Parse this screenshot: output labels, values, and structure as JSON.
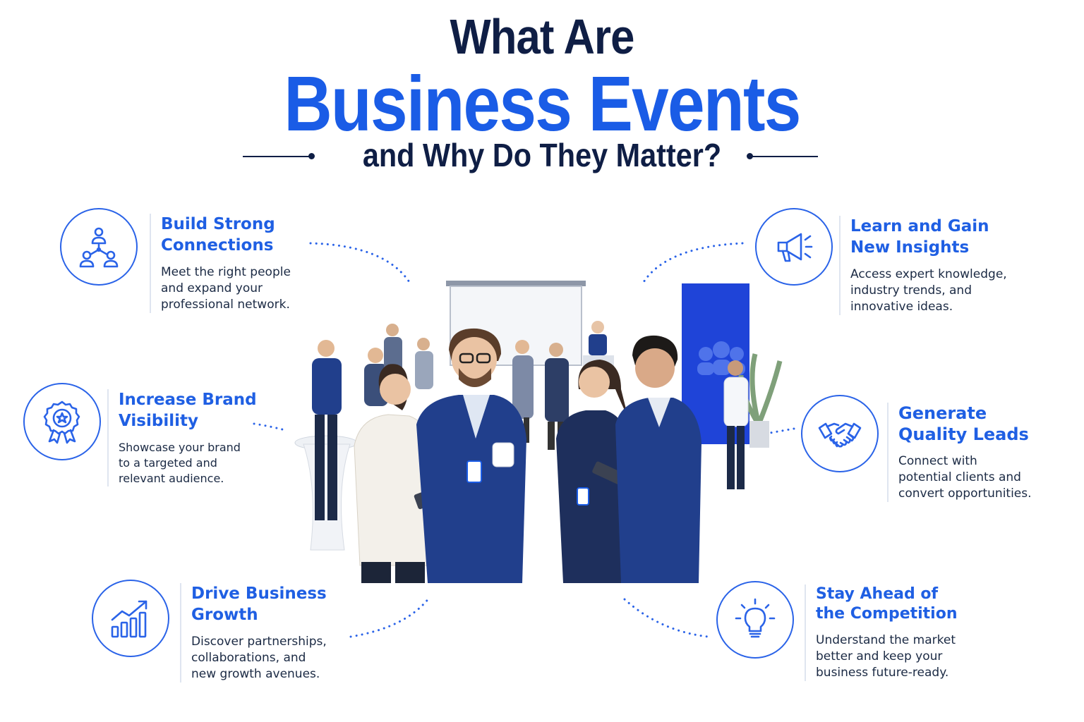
{
  "title": {
    "line1": "What Are",
    "line2": "Business Events",
    "line3": "and Why Do They Matter?"
  },
  "colors": {
    "navy": "#0f1e45",
    "accent_blue": "#1a5ce6",
    "suit_blue": "#213f8c",
    "text": "#1b2a44"
  },
  "features": [
    {
      "icon": "people-network-icon",
      "title_l1": "Build Strong",
      "title_l2": "Connections",
      "desc_l1": "Meet the right people",
      "desc_l2": "and expand your",
      "desc_l3": "professional network."
    },
    {
      "icon": "megaphone-icon",
      "title_l1": "Learn and Gain",
      "title_l2": "New Insights",
      "desc_l1": "Access expert knowledge,",
      "desc_l2": "industry trends, and",
      "desc_l3": "innovative ideas."
    },
    {
      "icon": "award-badge-icon",
      "title_l1": "Increase Brand",
      "title_l2": "Visibility",
      "desc_l1": "Showcase your brand",
      "desc_l2": "to a targeted and",
      "desc_l3": "relevant audience."
    },
    {
      "icon": "handshake-icon",
      "title_l1": "Generate",
      "title_l2": "Quality Leads",
      "desc_l1": "Connect with",
      "desc_l2": "potential clients and",
      "desc_l3": "convert opportunities."
    },
    {
      "icon": "growth-chart-icon",
      "title_l1": "Drive Business",
      "title_l2": "Growth",
      "desc_l1": "Discover partnerships,",
      "desc_l2": "collaborations, and",
      "desc_l3": "new growth avenues."
    },
    {
      "icon": "lightbulb-icon",
      "title_l1": "Stay Ahead of",
      "title_l2": "the Competition",
      "desc_l1": "Understand the market",
      "desc_l2": "better and keep your",
      "desc_l3": "business future-ready."
    }
  ]
}
